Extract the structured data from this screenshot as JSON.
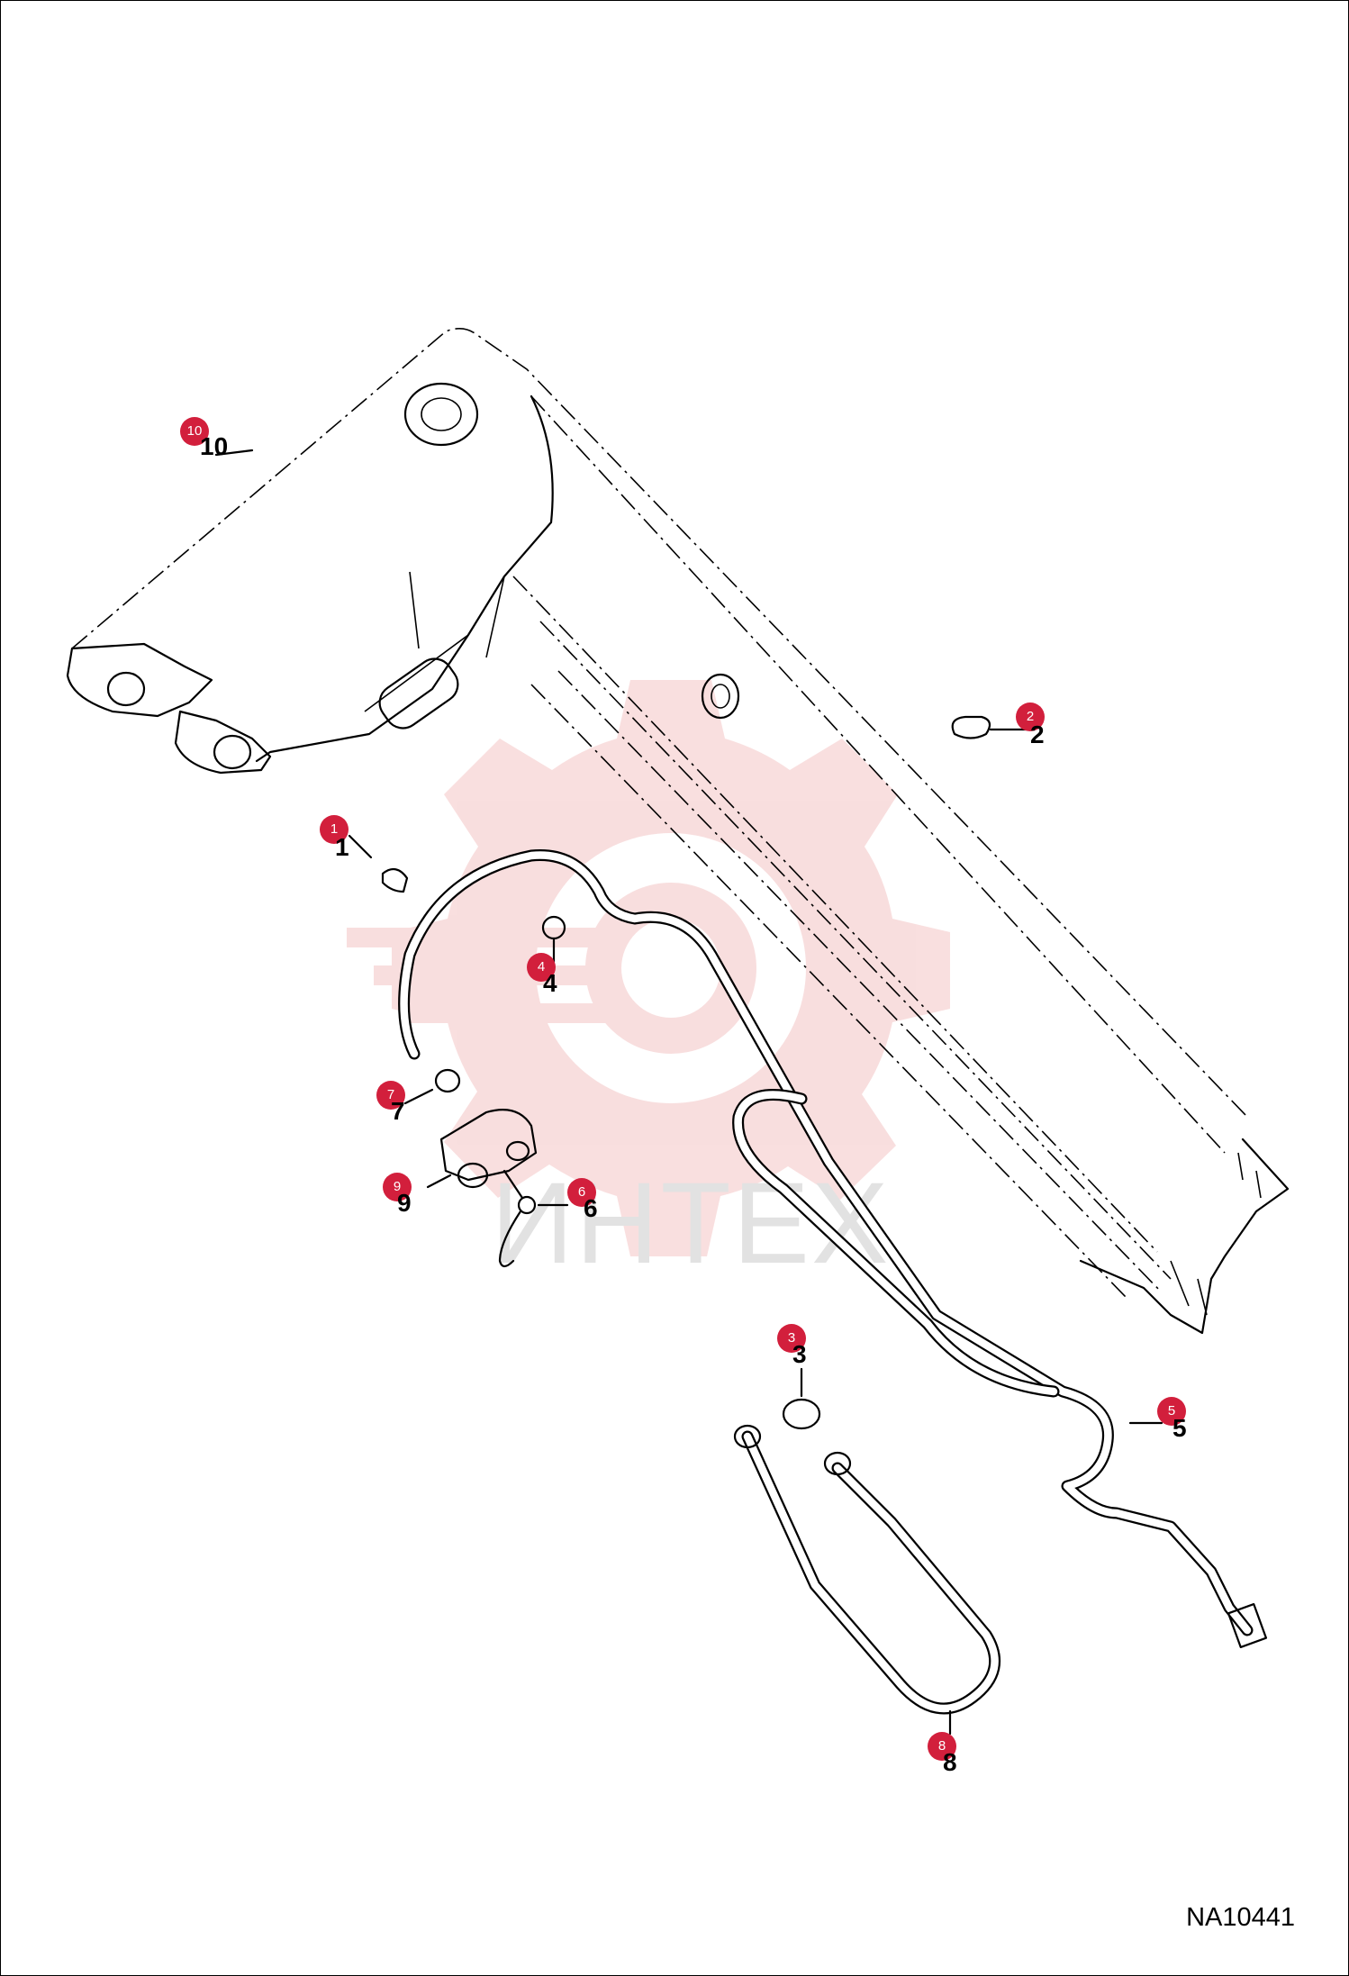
{
  "colors": {
    "callout": "#d21f3c",
    "watermark": "#f4c4c4",
    "line": "#000000"
  },
  "watermark": {
    "text": "ИНТЕХ",
    "icon": "gear-logo-icon"
  },
  "drawing_code": "NA10441",
  "parts": [
    {
      "id": "1",
      "callout": "1",
      "label": "1"
    },
    {
      "id": "2",
      "callout": "2",
      "label": "2"
    },
    {
      "id": "3",
      "callout": "3",
      "label": "3"
    },
    {
      "id": "4",
      "callout": "4",
      "label": "4"
    },
    {
      "id": "5",
      "callout": "5",
      "label": "5"
    },
    {
      "id": "6",
      "callout": "6",
      "label": "6"
    },
    {
      "id": "7",
      "callout": "7",
      "label": "7"
    },
    {
      "id": "8",
      "callout": "8",
      "label": "8"
    },
    {
      "id": "9",
      "callout": "9",
      "label": "9"
    },
    {
      "id": "10",
      "callout": "10",
      "label": "10"
    }
  ]
}
